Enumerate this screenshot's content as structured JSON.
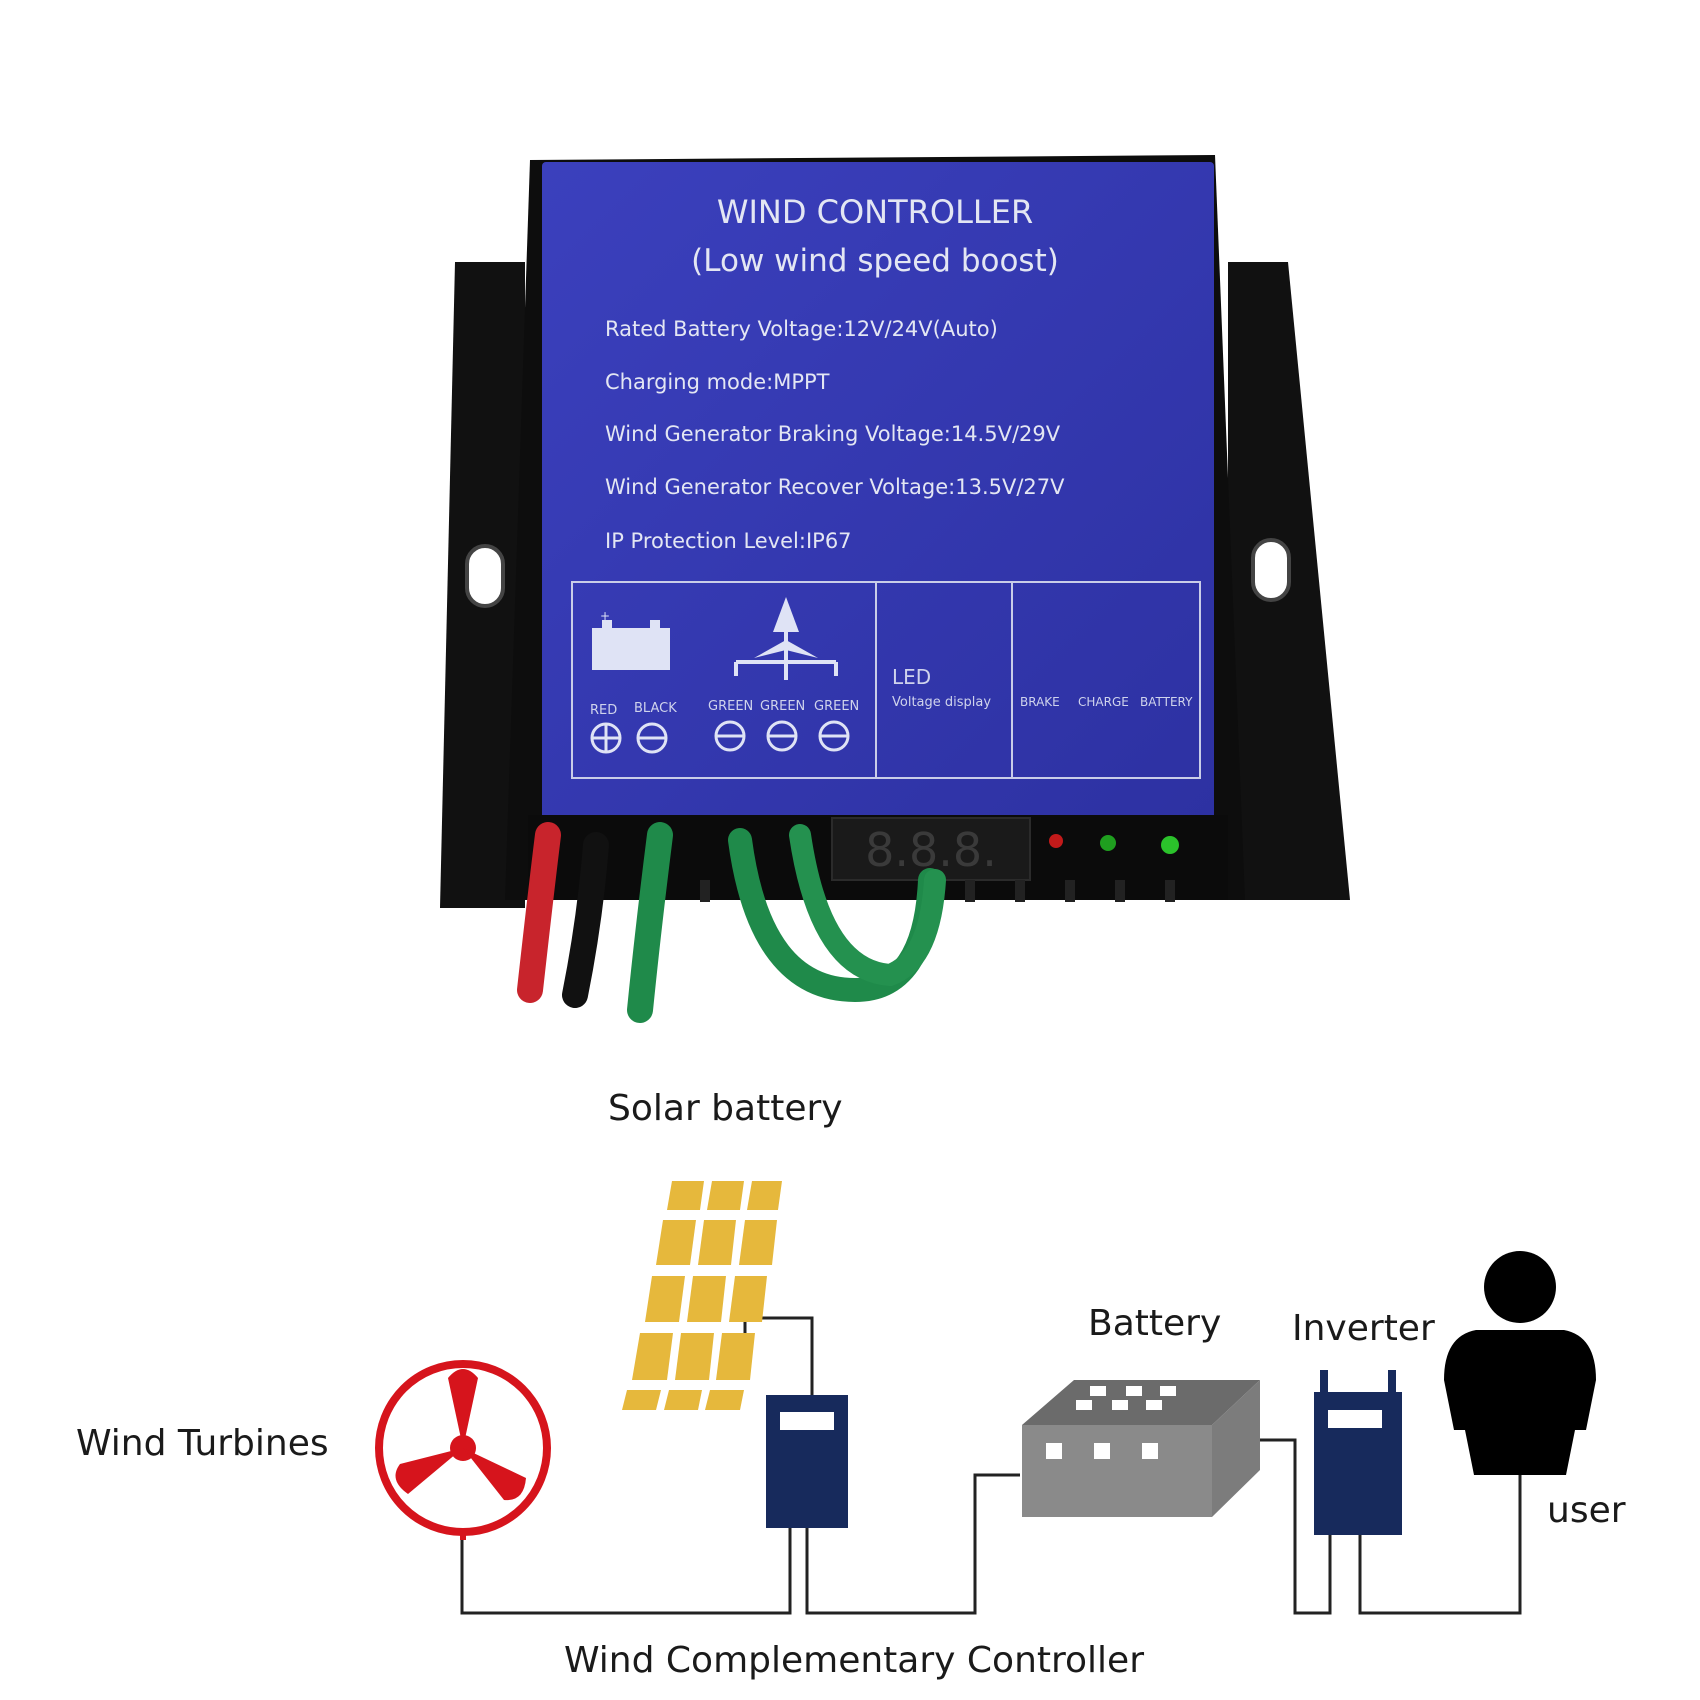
{
  "product": {
    "title": "WIND CONTROLLER",
    "subtitle": "(Low wind speed  boost)",
    "specs": [
      "Rated Battery Voltage:12V/24V(Auto)",
      "Charging mode:MPPT",
      "Wind Generator Braking Voltage:14.5V/29V",
      "Wind Generator Recover Voltage:13.5V/27V",
      "IP Protection Level:IP67"
    ],
    "terminals": {
      "battery_labels": [
        "RED",
        "BLACK"
      ],
      "wind_labels": [
        "GREEN",
        "GREEN",
        "GREEN"
      ],
      "led_title": "LED",
      "led_subtitle": "Voltage display",
      "indicator_labels": [
        "BRAKE",
        "CHARGE",
        "BATTERY"
      ]
    },
    "display_digits": "8.8.8.",
    "colors": {
      "panel_blue": "#3539b0",
      "wire_red": "#c8242c",
      "wire_green": "#1f8a4a",
      "led_red": "#d22",
      "led_green": "#2bb52b"
    }
  },
  "diagram": {
    "labels": {
      "solar": "Solar battery",
      "wind": "Wind Turbines",
      "battery": "Battery",
      "inverter": "Inverter",
      "user": "user",
      "controller": "Wind Complementary Controller"
    },
    "colors": {
      "turbine": "#d6141c",
      "solar": "#e6b83c",
      "controller": "#172a5c",
      "battery": "#8a8a8a",
      "wire": "#222222",
      "user": "#000000"
    }
  }
}
